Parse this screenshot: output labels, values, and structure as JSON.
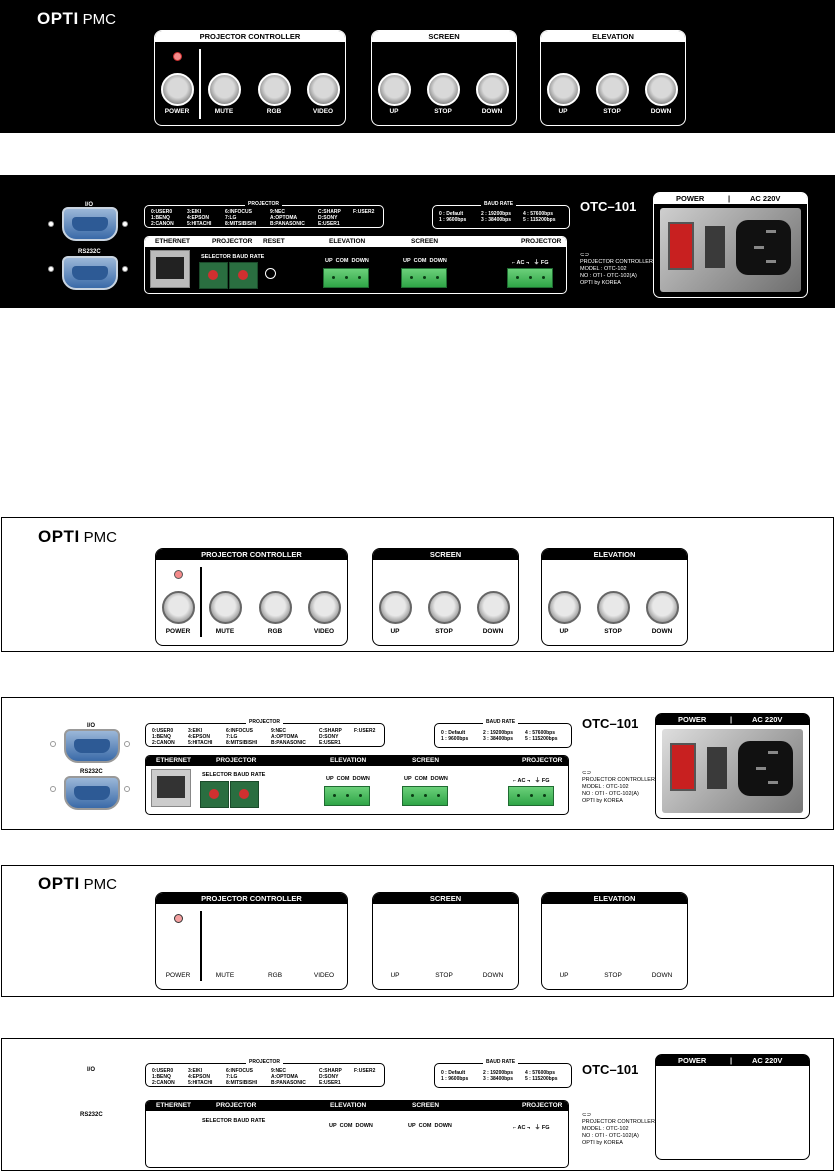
{
  "brand": {
    "opti": "OPTI",
    "pmc": "PMC"
  },
  "controller": {
    "group_projector": "PROJECTOR CONTROLLER",
    "group_screen": "SCREEN",
    "group_elevation": "ELEVATION",
    "projector_buttons": [
      "POWER",
      "MUTE",
      "RGB",
      "VIDEO"
    ],
    "screen_buttons": [
      "UP",
      "STOP",
      "DOWN"
    ],
    "elevation_buttons": [
      "UP",
      "STOP",
      "DOWN"
    ]
  },
  "rear": {
    "io_label": "I/O",
    "rs232_label": "RS232C",
    "projector_list_title": "PROJECTOR",
    "projector_list": [
      [
        "0:USER0",
        "1:BENQ",
        "2:CANON"
      ],
      [
        "3:EIKI",
        "4:EPSON",
        "5:HITACHI"
      ],
      [
        "6:INFOCUS",
        "7:LG",
        "8:MITSIBISHI"
      ],
      [
        "9:NEC",
        "A:OPTOMA",
        "B:PANASONIC"
      ],
      [
        "C:SHARP",
        "D:SONY",
        "E:USER1"
      ],
      [
        "F:USER2",
        "",
        ""
      ]
    ],
    "baud_title": "BAUD RATE",
    "baud_list": [
      [
        "0 : Default",
        "1 : 9600bps"
      ],
      [
        "2 : 19200bps",
        "3 : 38400bps"
      ],
      [
        "4 : 57600bps",
        "5 : 115200bps"
      ]
    ],
    "model_title": "OTC–101",
    "strip_labels": [
      "ETHERNET",
      "PROJECTOR",
      "RESET",
      "ELEVATION",
      "SCREEN",
      "PROJECTOR"
    ],
    "strip_labels_outline": [
      "ETHERNET",
      "PROJECTOR",
      "ELEVATION",
      "SCREEN",
      "PROJECTOR"
    ],
    "selector_label": "SELECTOR BAUD RATE",
    "updown": "UP  COM  DOWN",
    "ac_label": "⌐ AC ¬   ⏚ FG",
    "info": [
      "PROJECTOR CONTROLLER",
      "MODEL : OTC-102",
      "NO : OTI - OTC-102(A)",
      "OPTI by KOREA"
    ],
    "power_label": "POWER",
    "ac220_label": "AC 220V"
  }
}
